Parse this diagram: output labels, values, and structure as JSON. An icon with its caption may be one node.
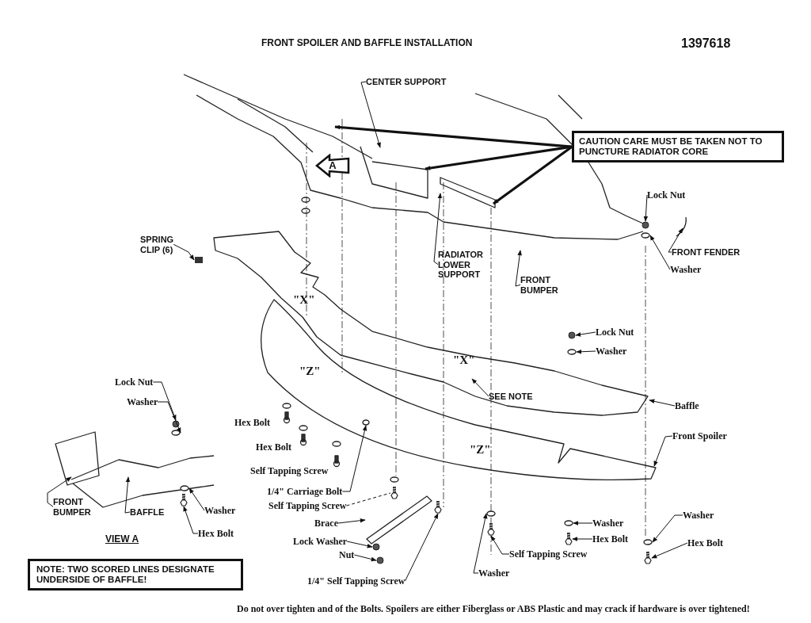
{
  "diagram": {
    "title": "FRONT SPOILER AND BAFFLE INSTALLATION",
    "nodes": [
      {
        "text": [
          "CENTER SUPPORT"
        ]
      },
      {
        "text": [
          "CAUTION CARE MUST BE TAKEN NOT TO PUNCTURE RADIATOR CORE"
        ]
      },
      {
        "text": [
          "A"
        ]
      },
      {
        "text": [
          "Lock Nut"
        ]
      },
      {
        "text": [
          "SPRING CLIP (6)"
        ]
      },
      {
        "text": [
          "FRONT FENDER"
        ]
      },
      {
        "text": [
          "RADIATOR LOWER SUPPORT"
        ]
      },
      {
        "text": [
          "Washer"
        ]
      },
      {
        "text": [
          "FRONT BUMPER"
        ]
      },
      {
        "text": [
          "Lock Nut"
        ]
      },
      {
        "text": [
          "Washer"
        ]
      },
      {
        "text": [
          "Baffle"
        ]
      },
      {
        "text": [
          "SEE NOTE"
        ]
      },
      {
        "text": [
          "Lock Nut"
        ]
      },
      {
        "text": [
          "Washer"
        ]
      },
      {
        "text": [
          "Front Spoiler"
        ]
      },
      {
        "text": [
          "1/4\" Carriage Bolt"
        ]
      },
      {
        "text": [
          "Self Tapping Screw"
        ]
      },
      {
        "text": [
          "FRONT BUMPER"
        ]
      },
      {
        "text": [
          "BAFFLE"
        ]
      },
      {
        "text": [
          "Washer"
        ]
      },
      {
        "text": [
          "Washer"
        ]
      },
      {
        "text": [
          "Brace"
        ]
      },
      {
        "text": [
          "Washer"
        ]
      },
      {
        "text": [
          "Hex Bolt"
        ]
      },
      {
        "text": [
          "Lock Washer"
        ]
      },
      {
        "text": [
          "Hex Bolt"
        ]
      },
      {
        "text": [
          "Hex Bolt"
        ]
      },
      {
        "text": [
          "Self Tapping Screw"
        ]
      },
      {
        "text": [
          "Nut"
        ]
      },
      {
        "text": [
          "Washer"
        ]
      },
      {
        "text": [
          "1/4\" Self Tapping Screw"
        ]
      },
      {
        "text": [
          "NOTE: TWO SCORED LINES DESIGNATE UNDERSIDE OF BAFFLE!"
        ]
      },
      {
        "text": [],
        "shape": "box"
      },
      {
        "text": [],
        "shape": "circle"
      },
      {
        "text": [],
        "shape": "circle"
      },
      {
        "text": [],
        "shape": "circle"
      },
      {
        "text": [],
        "shape": "circle"
      },
      {
        "text": [],
        "shape": "circle"
      },
      {
        "text": [],
        "shape": "circle"
      },
      {
        "text": [],
        "shape": "circle"
      },
      {
        "text": [],
        "shape": "picture"
      },
      {
        "text": [],
        "shape": "circle"
      },
      {
        "text": [],
        "shape": "picture"
      },
      {
        "text": [],
        "shape": "circle"
      },
      {
        "text": [],
        "shape": "bar"
      },
      {
        "text": [],
        "shape": "circle"
      },
      {
        "text": [],
        "shape": "circle"
      },
      {
        "text": [],
        "shape": "picture"
      },
      {
        "text": [],
        "shape": "picture"
      },
      {
        "text": [],
        "shape": "picture"
      },
      {
        "text": [],
        "shape": "circle"
      },
      {
        "text": [],
        "shape": "circle"
      },
      {
        "text": [],
        "shape": "picture"
      }
    ],
    "edges": [
      {
        "from": 1,
        "to": null,
        "arrow": "to",
        "style": "thick"
      },
      {
        "from": 1,
        "to": null,
        "arrow": "to",
        "style": "thick"
      },
      {
        "from": 1,
        "to": null,
        "arrow": "to",
        "style": "thick"
      },
      {
        "from": 0,
        "to": null,
        "arrow": "to"
      },
      {
        "from": 3,
        "to": 34,
        "arrow": "to"
      },
      {
        "from": 4,
        "to": 33,
        "arrow": "to"
      },
      {
        "from": 6,
        "to": null,
        "arrow": "to"
      },
      {
        "from": 5,
        "to": null,
        "arrow": "to"
      },
      {
        "from": 7,
        "to": 35,
        "arrow": "to"
      },
      {
        "from": 8,
        "to": null,
        "arrow": "to"
      },
      {
        "from": 9,
        "to": 36,
        "arrow": "to"
      },
      {
        "from": 10,
        "to": 37,
        "arrow": "to"
      },
      {
        "from": 12,
        "to": null,
        "arrow": "to"
      },
      {
        "from": 11,
        "to": null,
        "arrow": "to"
      },
      {
        "from": 13,
        "to": 38,
        "arrow": "to"
      },
      {
        "from": 14,
        "to": 39,
        "arrow": "to"
      },
      {
        "from": 15,
        "to": null,
        "arrow": "to"
      },
      {
        "from": 16,
        "to": 40,
        "arrow": "to"
      },
      {
        "from": 17,
        "to": 41,
        "arrow": "none",
        "style": "dashed"
      },
      {
        "from": 18,
        "to": null,
        "arrow": "to"
      },
      {
        "from": 19,
        "to": null,
        "arrow": "to"
      },
      {
        "from": 20,
        "to": 42,
        "arrow": "to"
      },
      {
        "from": 24,
        "to": 43,
        "arrow": "to"
      },
      {
        "from": 21,
        "to": 44,
        "arrow": "to"
      },
      {
        "from": 22,
        "to": 45,
        "arrow": "to"
      },
      {
        "from": 23,
        "to": 46,
        "arrow": "to"
      },
      {
        "from": 25,
        "to": 47,
        "arrow": "to"
      },
      {
        "from": 26,
        "to": 48,
        "arrow": "to"
      },
      {
        "from": 27,
        "to": 49,
        "arrow": "to"
      },
      {
        "from": 28,
        "to": 50,
        "arrow": "to"
      },
      {
        "from": 29,
        "to": 51,
        "arrow": "to"
      },
      {
        "from": 30,
        "to": 52,
        "arrow": "to"
      },
      {
        "from": 31,
        "to": 53,
        "arrow": "to"
      }
    ],
    "labels": [
      "1397618",
      "\"X\"",
      "\"X\"",
      "\"Z\"",
      "Hex Bolt",
      "Hex Bolt",
      "\"Z\"",
      "Self Tapping Screw",
      "VIEW A",
      "Do not over tighten and of the Bolts. Spoilers are either Fiberglass or ABS Plastic and may crack if hardware is over tightened!"
    ]
  }
}
